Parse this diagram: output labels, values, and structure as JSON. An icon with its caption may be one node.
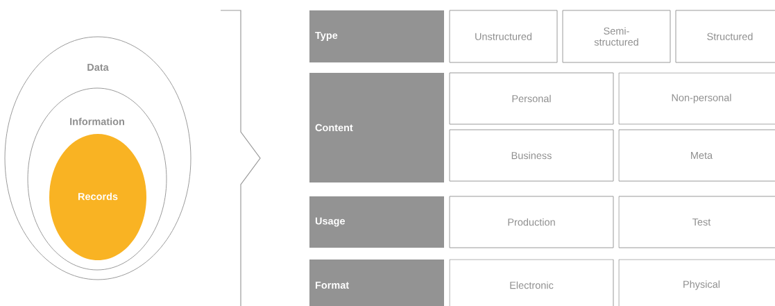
{
  "diagram": {
    "nodes": [
      {
        "text": [
          "Data"
        ]
      },
      {
        "text": [
          "Information"
        ],
        "in": 0
      },
      {
        "text": [
          "Records"
        ],
        "in": 1
      },
      {
        "text": [
          "Type"
        ]
      },
      {
        "text": [
          "Unstructured"
        ]
      },
      {
        "text": [
          "Semi-structured"
        ]
      },
      {
        "text": [
          "Structured"
        ]
      },
      {
        "text": [
          "Content"
        ]
      },
      {
        "text": [
          "Personal"
        ]
      },
      {
        "text": [
          "Non-personal"
        ]
      },
      {
        "text": [
          "Business"
        ]
      },
      {
        "text": [
          "Meta"
        ]
      },
      {
        "text": [
          "Usage"
        ]
      },
      {
        "text": [
          "Production"
        ]
      },
      {
        "text": [
          "Test"
        ]
      },
      {
        "text": [
          "Format"
        ]
      },
      {
        "text": [
          "Electronic"
        ]
      },
      {
        "text": [
          "Physical"
        ]
      }
    ]
  }
}
